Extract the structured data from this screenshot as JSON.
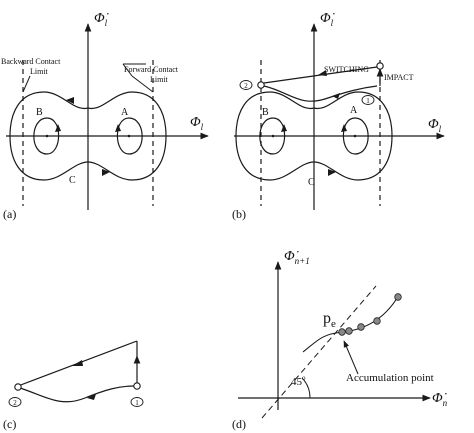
{
  "panels": {
    "a": {
      "tag": "(a)",
      "y_axis": "Φ̇",
      "y_sub": "l",
      "x_axis": "Φ",
      "x_sub": "l",
      "backward_limit": [
        "Backward Contact",
        "Limit"
      ],
      "forward_limit": [
        "Forward Contact",
        "Limit"
      ],
      "label_A": "A",
      "label_B": "B",
      "label_C": "C"
    },
    "b": {
      "tag": "(b)",
      "y_axis": "Φ̇",
      "y_sub": "l",
      "x_axis": "Φ",
      "x_sub": "l",
      "switching": "SWITCHING",
      "impact": "IMPACT",
      "marker_2": "2",
      "marker_1": "1",
      "label_A": "A",
      "label_B": "B",
      "label_C": "C"
    },
    "c": {
      "tag": "(c)",
      "marker_2": "2",
      "marker_1": "1"
    },
    "d": {
      "tag": "(d)",
      "y_axis": "Φ̇",
      "y_sub": "n+1",
      "x_axis": "Φ̇",
      "x_sub": "n",
      "pe": "p",
      "pe_sub": "e",
      "accumulation": "Accumulation point",
      "angle": "45",
      "angle_sup": "o"
    }
  }
}
